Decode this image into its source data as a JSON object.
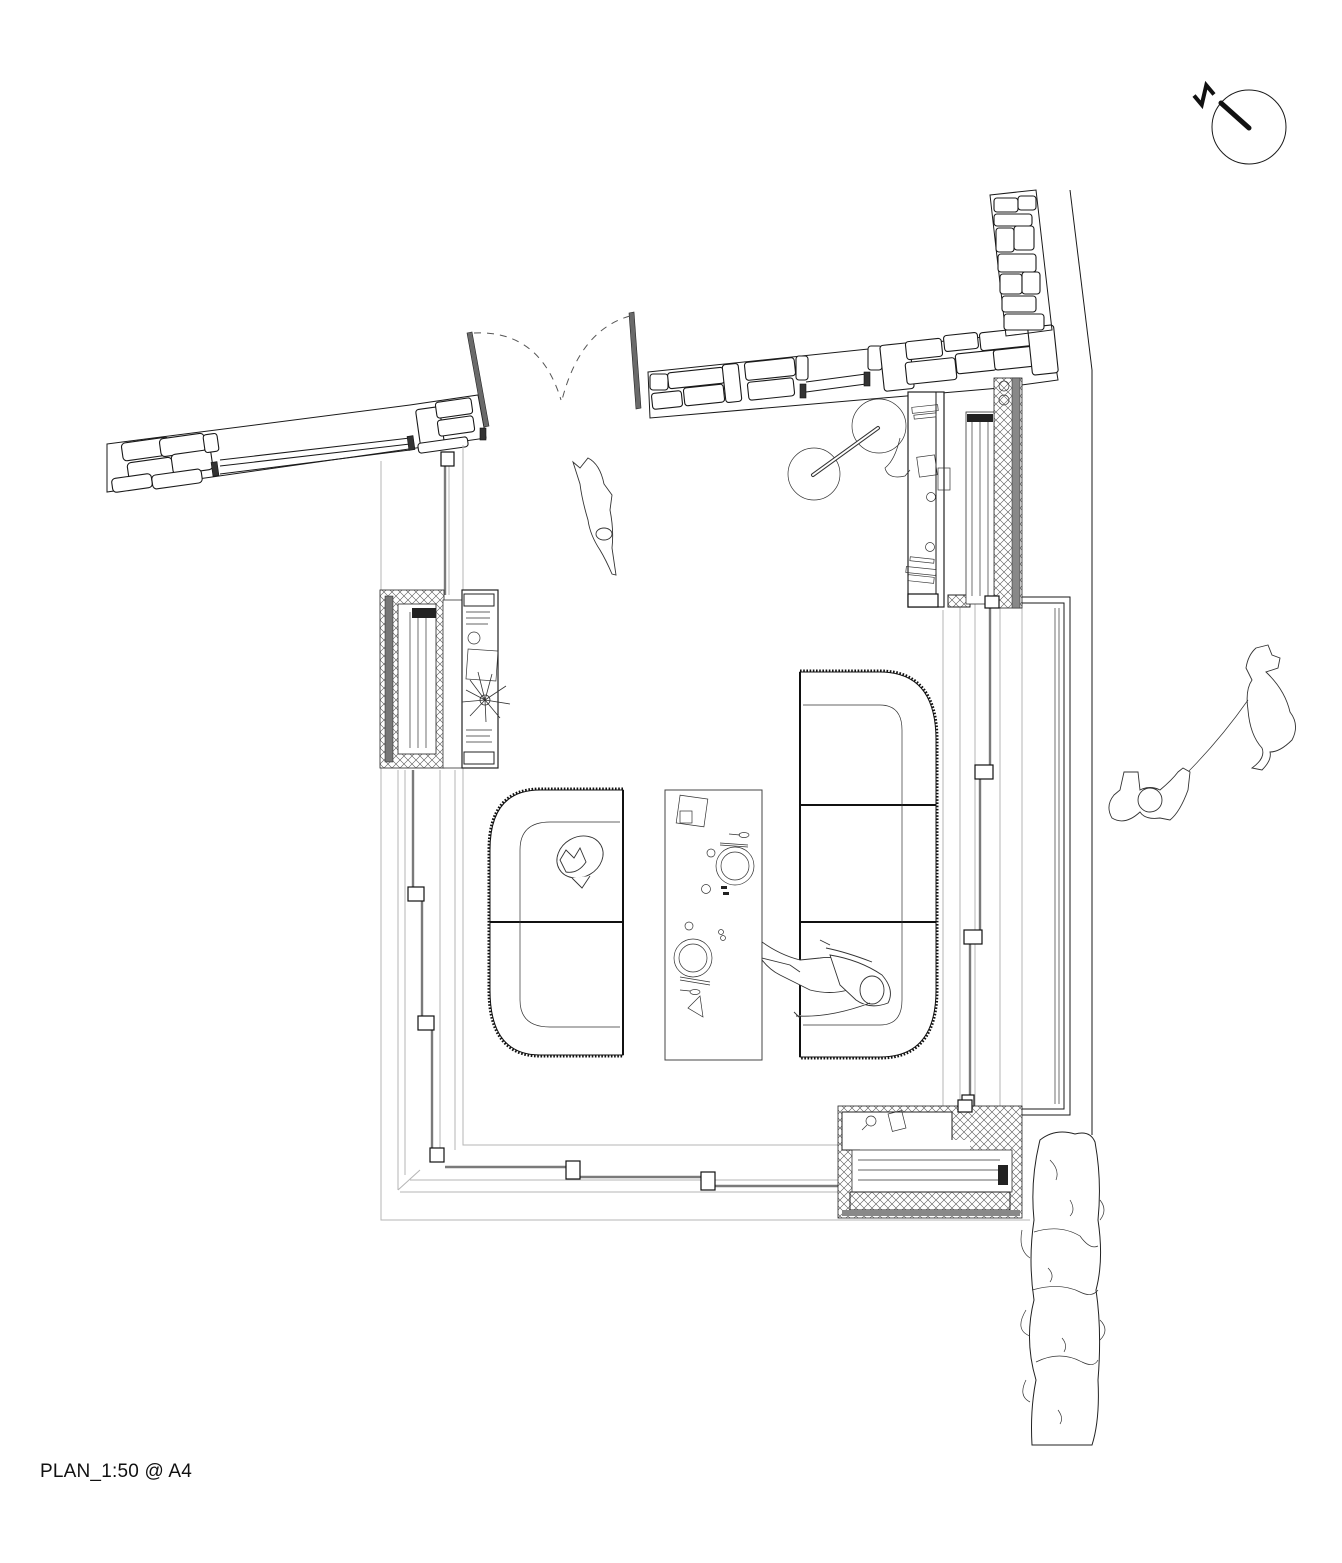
{
  "drawing": {
    "type": "architectural floor plan",
    "caption": "PLAN_1:50 @ A4",
    "north_arrow": {
      "label": "N",
      "rotation_deg": -40
    }
  },
  "elements": {
    "stone_walls": [
      "west-stone-wall",
      "north-stone-wall",
      "east-stone-wall-return"
    ],
    "entrance": "double-swing-gate",
    "interior": {
      "benches": [
        "left-u-bench",
        "right-u-bench"
      ],
      "table": "dining-table",
      "table_items": [
        "napkin",
        "plate-1",
        "plate-2",
        "cup-1",
        "cup-2",
        "spoon",
        "knife",
        "fork",
        "glass",
        "triangle-object"
      ],
      "figures": [
        "seated-person",
        "sleeping-cat",
        "standing-dog"
      ],
      "storage_niches": [
        "west-niche",
        "north-east-niche",
        "south-east-niche"
      ]
    },
    "exterior": {
      "figures": [
        "person-walking-dog",
        "bicycle"
      ],
      "landscape": "hedge-planting"
    }
  },
  "colors": {
    "line": "#1a1a1a",
    "grey_line": "#b5b5b5",
    "glass": "#7a7a7a",
    "background": "#ffffff"
  }
}
